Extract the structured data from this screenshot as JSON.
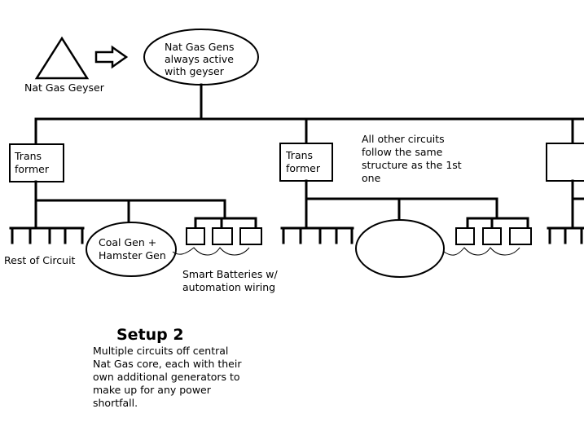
{
  "geyser": {
    "label": "Nat Gas Geyser",
    "icon": "triangle-icon"
  },
  "arrow": {
    "icon": "right-arrow-icon"
  },
  "nat_gas_gens": {
    "lines": [
      "Nat Gas Gens",
      "always active",
      "with geyser"
    ]
  },
  "circuit1": {
    "transformer": {
      "lines": [
        "Trans",
        "former"
      ]
    },
    "rest_label": "Rest of Circuit",
    "generator": {
      "lines": [
        "Coal Gen +",
        "Hamster Gen"
      ]
    },
    "batteries_label": {
      "lines": [
        "Smart Batteries w/",
        "automation wiring"
      ]
    }
  },
  "circuit2": {
    "transformer": {
      "lines": [
        "Trans",
        "former"
      ]
    },
    "note": {
      "lines": [
        "All other circuits",
        "follow the same",
        "structure as the 1st",
        "one"
      ]
    }
  },
  "setup": {
    "title": "Setup 2",
    "description": [
      "Multiple circuits off central",
      "Nat Gas core, each with their",
      "own additional generators to",
      "make up for any power",
      "shortfall."
    ]
  }
}
